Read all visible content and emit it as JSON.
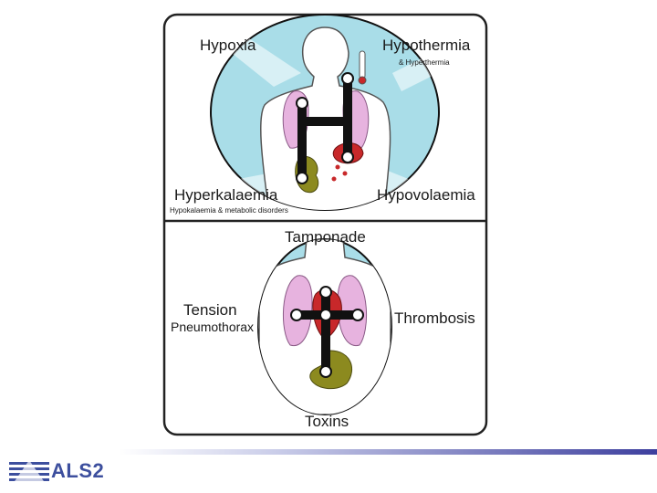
{
  "top_panel": {
    "hypoxia": "Hypoxia",
    "hypothermia": "Hypothermia",
    "hyperthermia": "& Hyperthermia",
    "hyperkalaemia": "Hyperkalaemia",
    "hypokalaemia": "Hypokalaemia & metabolic disorders",
    "hypovolaemia": "Hypovolaemia"
  },
  "bottom_panel": {
    "tamponade": "Tamponade",
    "tension": "Tension",
    "pneumothorax": "Pneumothorax",
    "thrombosis": "Thrombosis",
    "toxins": "Toxins"
  },
  "logo": {
    "text": "ALS2"
  },
  "colors": {
    "oval_fill": "#a9dde8",
    "lung": "#e7b3df",
    "heart": "#c8282a",
    "bone": "#111111",
    "gut": "#8c8a1f",
    "accent": "#3d4f9e"
  }
}
